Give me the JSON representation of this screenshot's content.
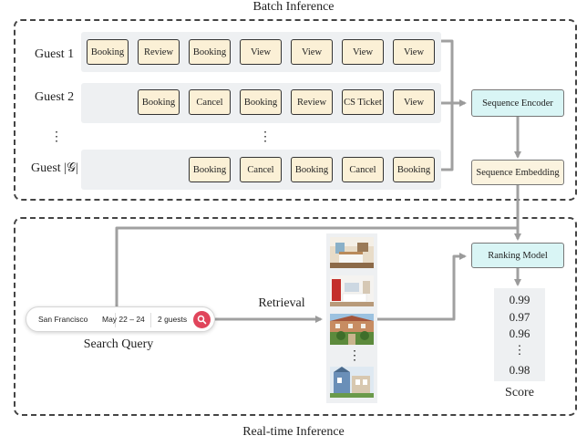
{
  "batch_title": "Batch Inference",
  "realtime_title": "Real-time Inference",
  "guests": [
    {
      "label": "Guest 1",
      "events": [
        "Booking",
        "Review",
        "Booking",
        "View",
        "View",
        "View",
        "View"
      ]
    },
    {
      "label": "Guest 2",
      "events": [
        "Booking",
        "Cancel",
        "Booking",
        "Review",
        "CS Ticket",
        "View"
      ]
    },
    {
      "label": "Guest |𝒢|",
      "events": [
        "Booking",
        "Cancel",
        "Booking",
        "Cancel",
        "Booking"
      ]
    }
  ],
  "ellipsis": "⋮",
  "modules": {
    "sequence_encoder": "Sequence Encoder",
    "sequence_embedding": "Sequence Embedding",
    "ranking_model": "Ranking Model"
  },
  "search": {
    "location": "San Francisco",
    "dates": "May 22 – 24",
    "guests": "2 guests",
    "icon": "search-icon",
    "accent": "#e0455b"
  },
  "search_caption": "Search Query",
  "retrieval_label": "Retrieval",
  "scores": [
    "0.99",
    "0.97",
    "0.96",
    "0.98"
  ],
  "score_caption": "Score"
}
